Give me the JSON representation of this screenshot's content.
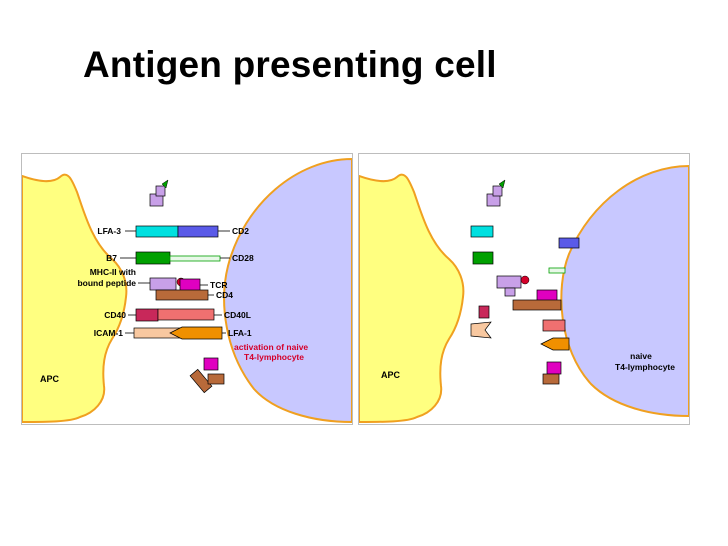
{
  "title": "Antigen presenting cell",
  "colors": {
    "apc_fill": "#ffff80",
    "cell_outline": "#f0a020",
    "t_cell_fill": "#c8c8ff",
    "cyan": "#00e0e0",
    "blue": "#5a5ae8",
    "green": "#00a000",
    "lavender": "#c8a0e8",
    "magenta": "#e000c0",
    "brown": "#b86a3a",
    "crimson": "#c8285a",
    "salmon": "#f07070",
    "peach": "#f8c8a0",
    "orange": "#f09000",
    "red_text": "#d4002a"
  },
  "left_panel": {
    "labels_apc": {
      "lfa3": "LFA-3",
      "b7": "B7",
      "mhc_line1": "MHC-II with",
      "mhc_line2": "bound peptide",
      "cd40": "CD40",
      "icam1": "ICAM-1",
      "apc": "APC"
    },
    "labels_t": {
      "cd2": "CD2",
      "cd28": "CD28",
      "tcr": "TCR",
      "cd4": "CD4",
      "cd40l": "CD40L",
      "lfa1": "LFA-1"
    },
    "activation_line1": "activation of naive",
    "activation_line2": "T4-lymphocyte"
  },
  "right_panel": {
    "apc": "APC",
    "t_line1": "naive",
    "t_line2": "T4-lymphocyte"
  }
}
